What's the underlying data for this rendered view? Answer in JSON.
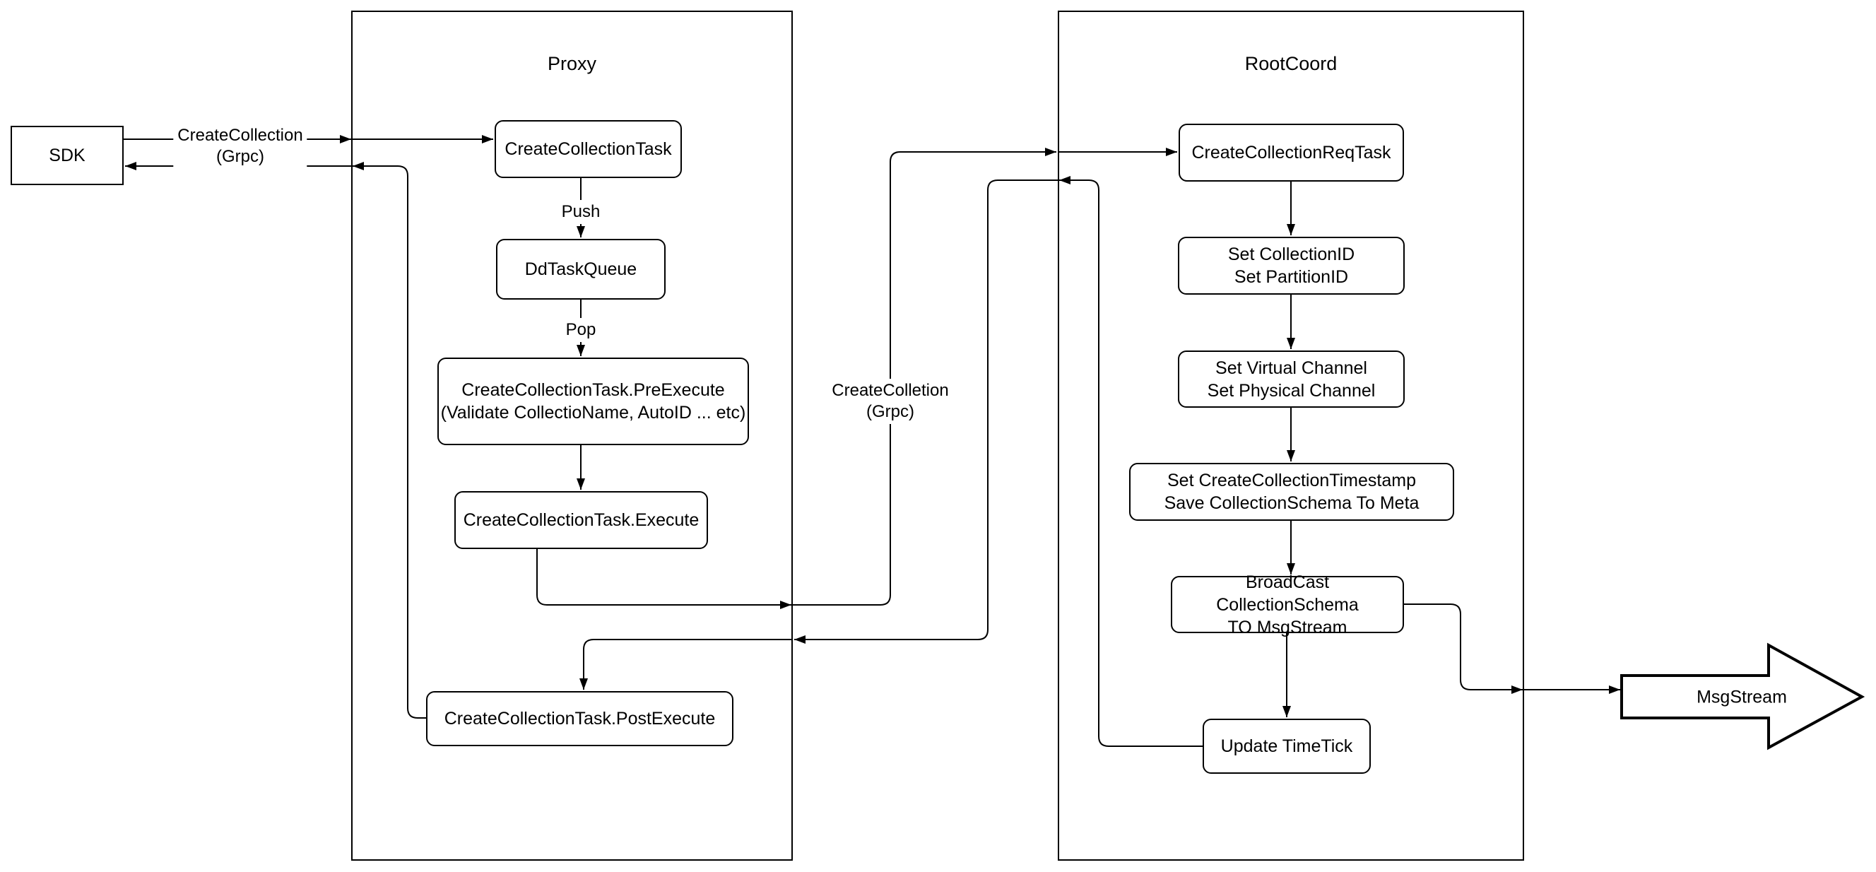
{
  "diagram": {
    "containers": {
      "proxy": {
        "label": "Proxy"
      },
      "rootcoord": {
        "label": "RootCoord"
      }
    },
    "nodes": {
      "sdk": {
        "label": "SDK"
      },
      "create_collection_task": {
        "lines": [
          "CreateCollectionTask"
        ]
      },
      "dd_task_queue": {
        "lines": [
          "DdTaskQueue"
        ]
      },
      "pre_execute": {
        "lines": [
          "CreateCollectionTask.PreExecute",
          "(Validate CollectioName, AutoID ... etc)"
        ]
      },
      "execute": {
        "lines": [
          "CreateCollectionTask.Execute"
        ]
      },
      "post_execute": {
        "lines": [
          "CreateCollectionTask.PostExecute"
        ]
      },
      "create_collection_req_task": {
        "lines": [
          "CreateCollectionReqTask"
        ]
      },
      "set_ids": {
        "lines": [
          "Set CollectionID",
          "Set PartitionID"
        ]
      },
      "set_channels": {
        "lines": [
          "Set Virtual Channel",
          "Set Physical Channel"
        ]
      },
      "set_timestamp": {
        "lines": [
          "Set CreateCollectionTimestamp",
          "Save CollectionSchema To Meta"
        ]
      },
      "broadcast": {
        "lines": [
          "BroadCast CollectionSchema",
          "TO MsgStream"
        ]
      },
      "update_time_tick": {
        "lines": [
          "Update TimeTick"
        ]
      },
      "msg_stream": {
        "label": "MsgStream"
      }
    },
    "edge_labels": {
      "grpc_request": {
        "lines": [
          "CreateCollection",
          "(Grpc)"
        ]
      },
      "push": "Push",
      "pop": "Pop",
      "grpc_internal": {
        "lines": [
          "CreateColletion",
          "(Grpc)"
        ]
      }
    },
    "colors": {
      "stroke": "#000000",
      "background": "#ffffff"
    }
  }
}
